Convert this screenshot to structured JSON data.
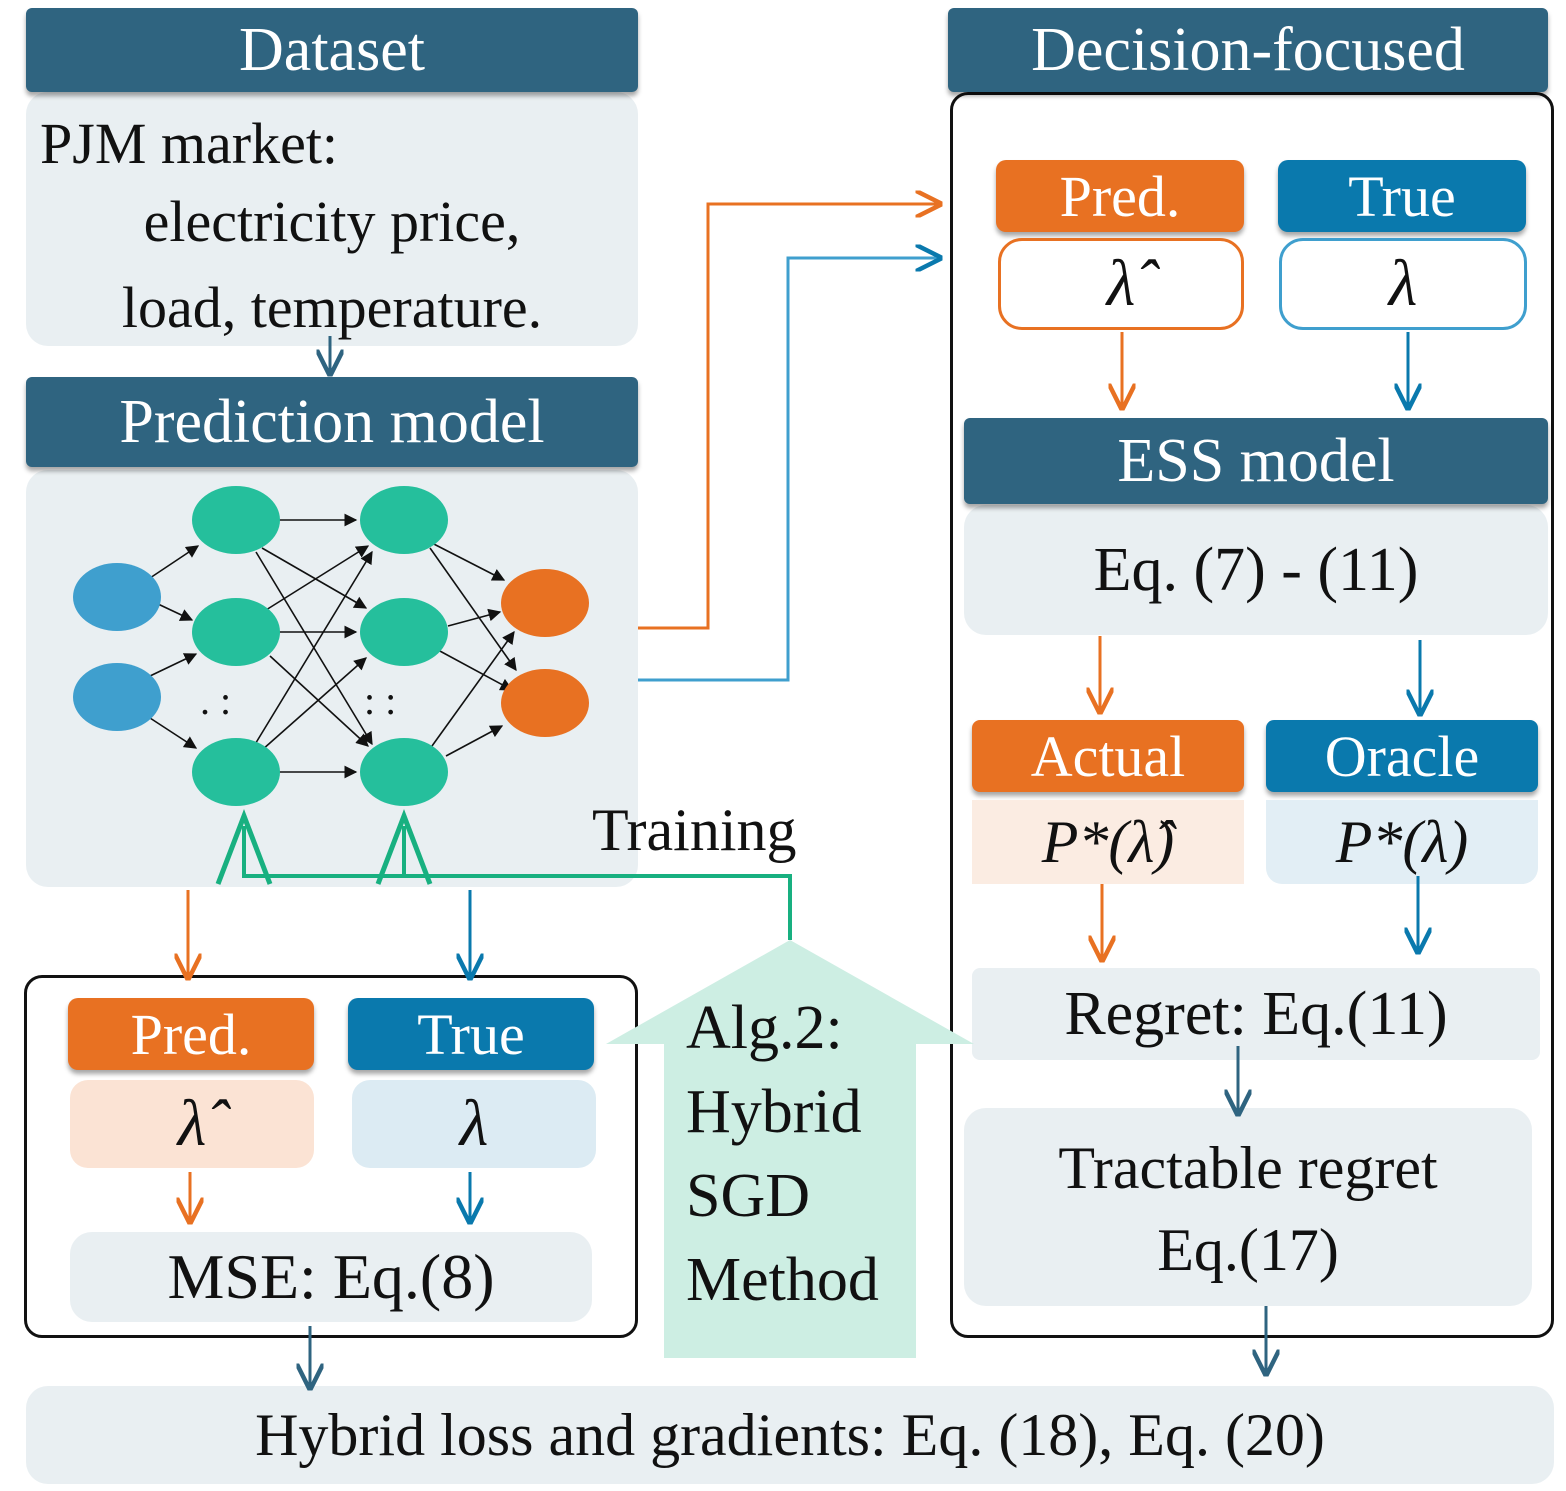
{
  "dataset": {
    "title": "Dataset",
    "lines": [
      "PJM market:",
      "electricity price,",
      "load, temperature."
    ]
  },
  "prediction_model": {
    "title": "Prediction model",
    "dots_left": ". :",
    "dots_right": ": :"
  },
  "decision_focused": {
    "title": "Decision-focused",
    "pred_label": "Pred.",
    "true_label": "True",
    "pred_symbol": "λ̂",
    "true_symbol": "λ",
    "ess_title": "ESS model",
    "ess_eq": "Eq. (7) - (11)",
    "actual_label": "Actual",
    "oracle_label": "Oracle",
    "actual_value": "P*(λ̂)",
    "oracle_value": "P*(λ)",
    "regret": "Regret: Eq.(11)",
    "tractable_line1": "Tractable regret",
    "tractable_line2": "Eq.(17)"
  },
  "mse_box": {
    "pred_label": "Pred.",
    "true_label": "True",
    "pred_symbol": "λ̂",
    "true_symbol": "λ",
    "mse": "MSE: Eq.(8)"
  },
  "training_label": "Training",
  "algorithm": {
    "lines": [
      "Alg.2:",
      "Hybrid",
      "SGD",
      "Method"
    ]
  },
  "hybrid_loss": "Hybrid loss and gradients: Eq. (18), Eq. (20)",
  "colors": {
    "header": "#2f6480",
    "orange": "#e87122",
    "blue": "#0a79ad",
    "green_node": "#25bf9c",
    "input_node": "#3f9fce",
    "output_node": "#e87122",
    "training_arrow": "#18b080",
    "panel": "#e9eff2"
  }
}
